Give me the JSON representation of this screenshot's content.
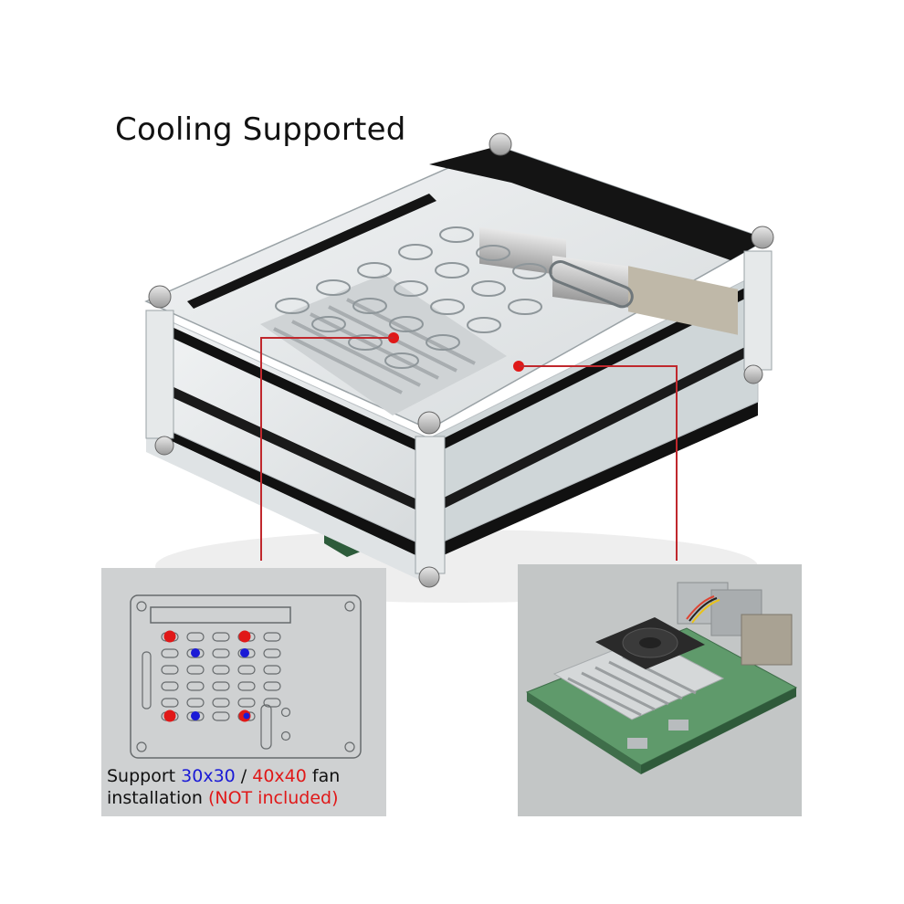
{
  "headline": "Cooling Supported",
  "caption": {
    "line1_prefix": "Support ",
    "size_small": "30x30",
    "separator": " / ",
    "size_large": "40x40",
    "line1_suffix": " fan",
    "line2_prefix": "installation ",
    "note": "(NOT included)"
  },
  "colors": {
    "marker_red": "#e01818",
    "marker_blue": "#1a1ad6",
    "acrylic_black": "#111111",
    "callout_line": "#c0282d"
  },
  "icons": [
    "fan-mount-diagram",
    "raspberry-pi-board-photo",
    "acrylic-case-photo"
  ]
}
